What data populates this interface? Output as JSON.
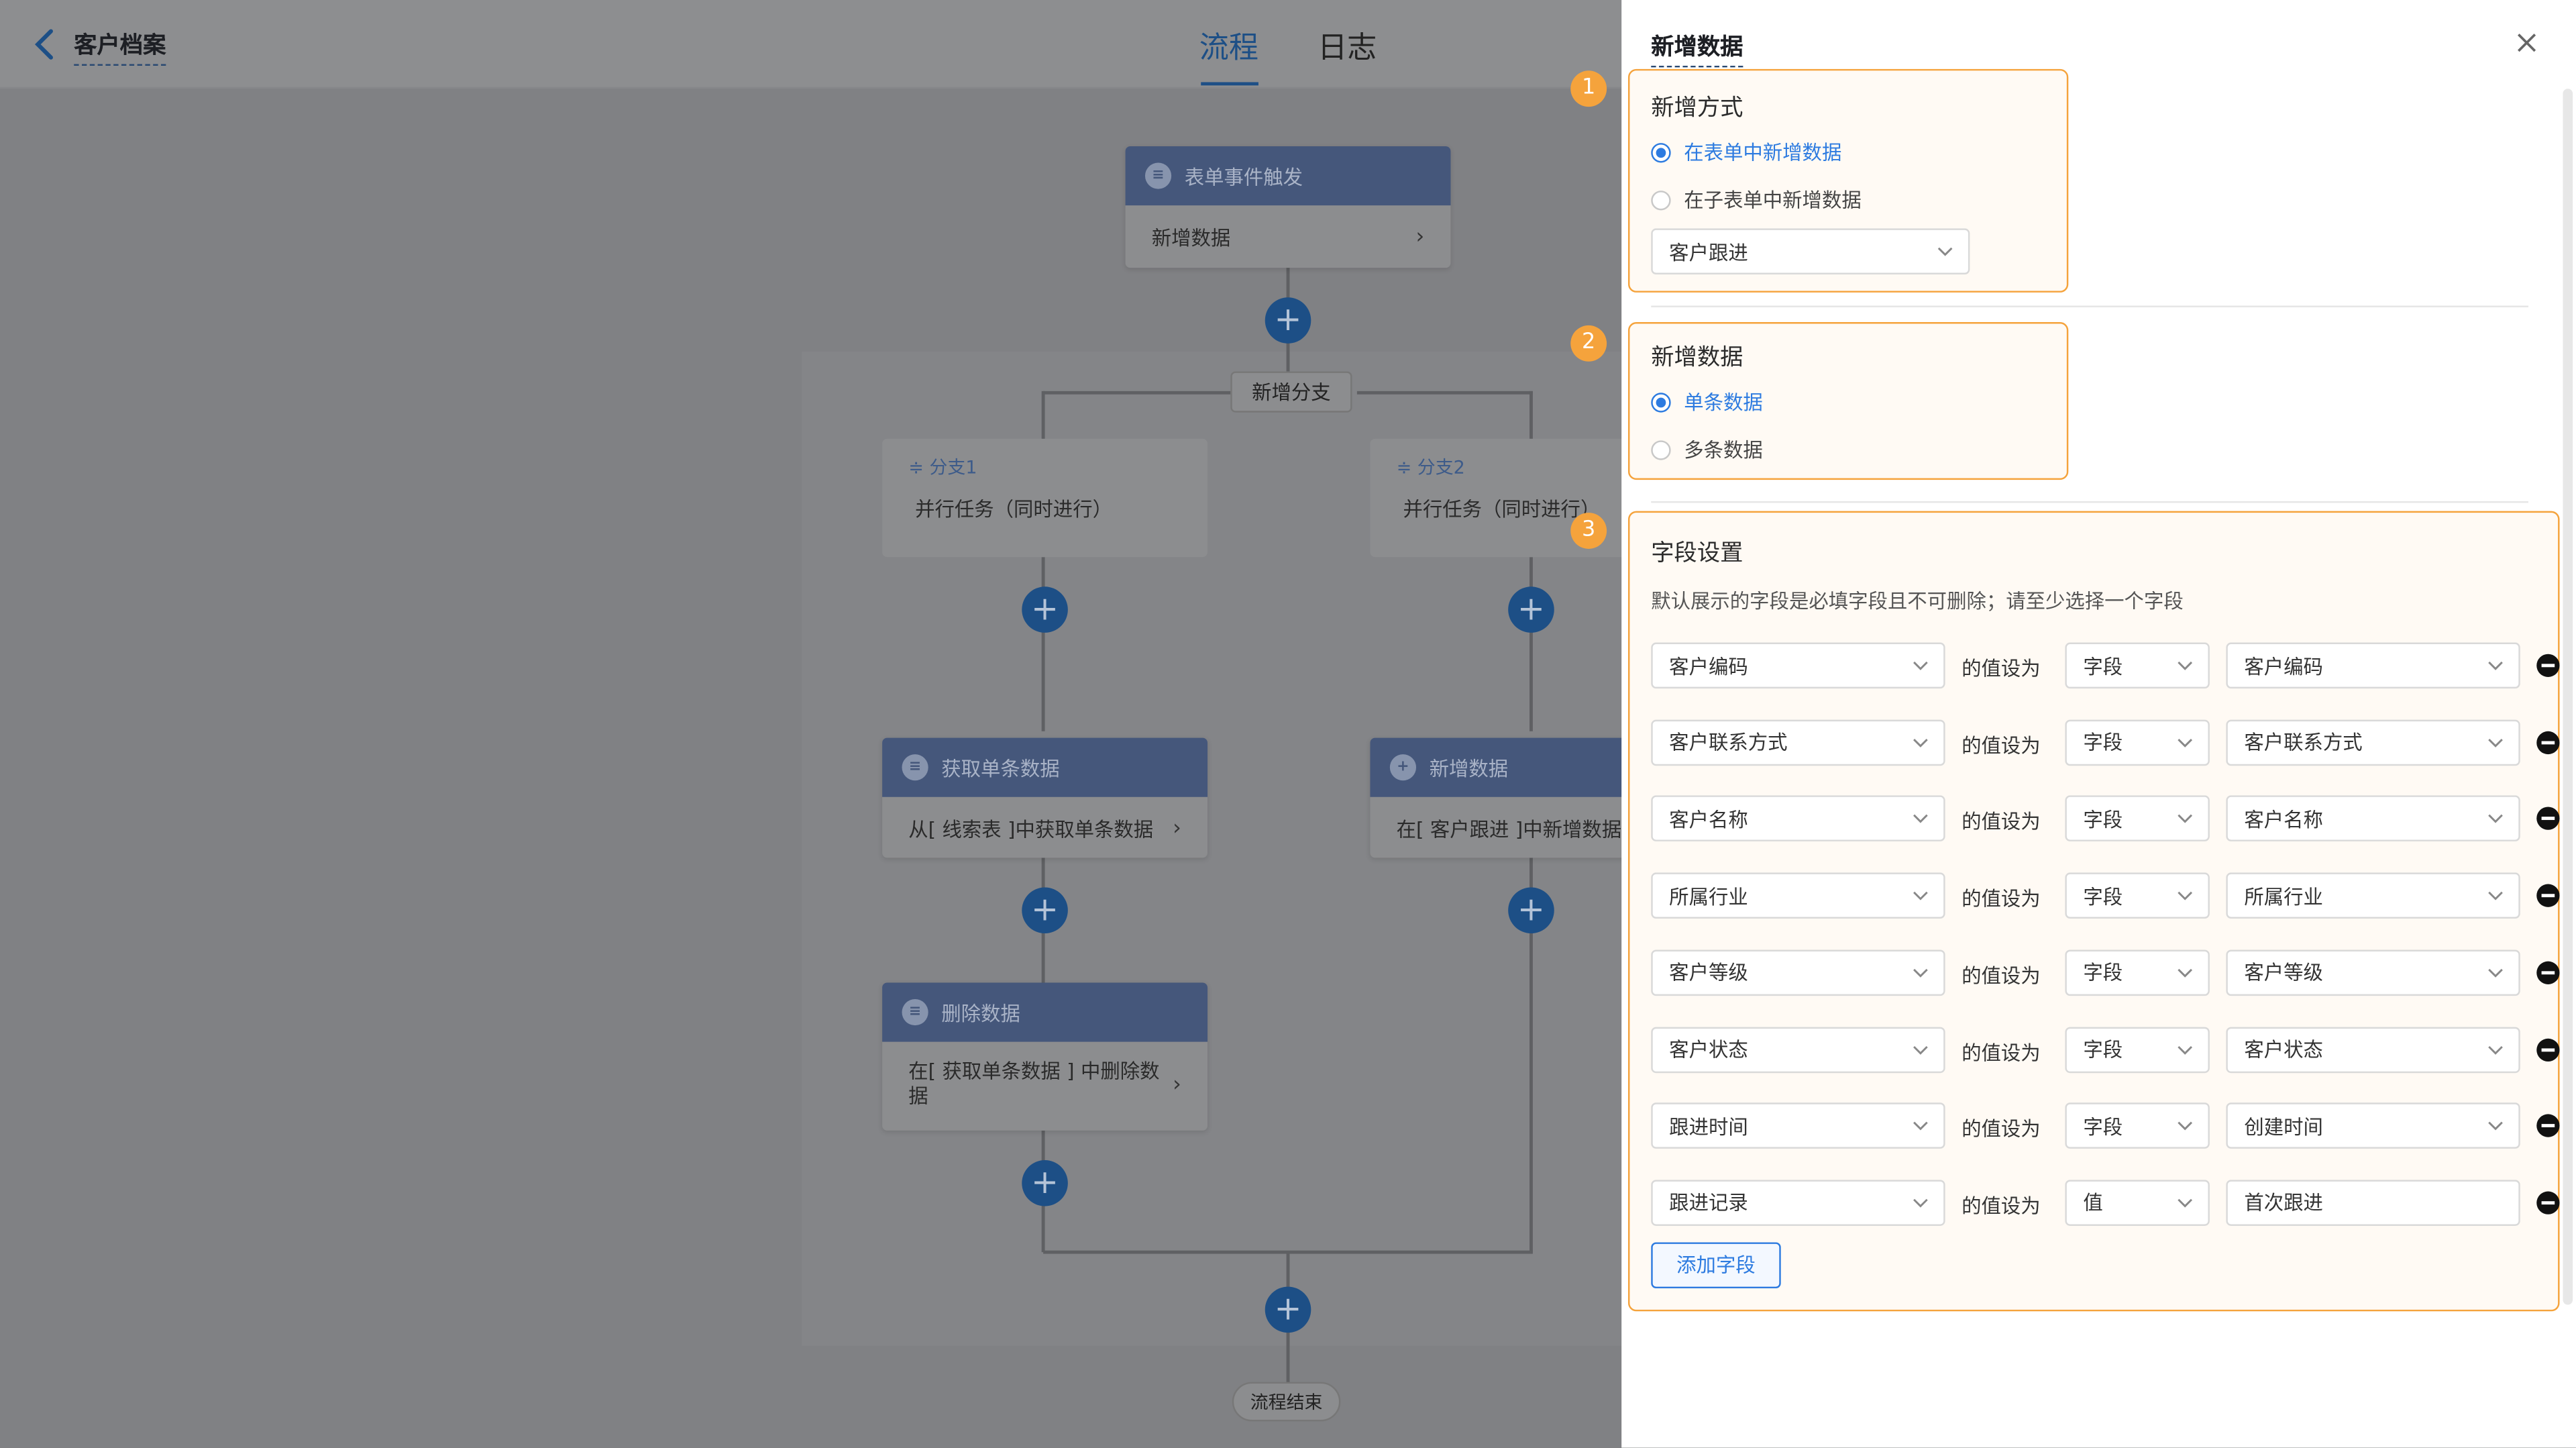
{
  "header": {
    "title": "客户档案",
    "tabs": [
      {
        "label": "流程",
        "active": true
      },
      {
        "label": "日志",
        "active": false
      }
    ]
  },
  "flow": {
    "trigger": {
      "title": "表单事件触发",
      "body": "新增数据"
    },
    "add_branch_label": "新增分支",
    "branches": [
      {
        "label": "分支1",
        "text": "并行任务（同时进行）"
      },
      {
        "label": "分支2",
        "text": "并行任务（同时进行）"
      }
    ],
    "nodes": {
      "get_single": {
        "title": "获取单条数据",
        "body": "从[ 线索表 ]中获取单条数据"
      },
      "delete": {
        "title": "删除数据",
        "body": "在[ 获取单条数据 ] 中删除数据"
      },
      "add_data": {
        "title": "新增数据",
        "body": "在[ 客户跟进 ]中新增数据"
      }
    },
    "end_label": "流程结束"
  },
  "drawer": {
    "title": "新增数据",
    "section1": {
      "badge": "1",
      "title": "新增方式",
      "options": [
        {
          "label": "在表单中新增数据",
          "selected": true
        },
        {
          "label": "在子表单中新增数据",
          "selected": false
        }
      ],
      "form_select": "客户跟进"
    },
    "section2": {
      "badge": "2",
      "title": "新增数据",
      "options": [
        {
          "label": "单条数据",
          "selected": true
        },
        {
          "label": "多条数据",
          "selected": false
        }
      ]
    },
    "section3": {
      "badge": "3",
      "title": "字段设置",
      "hint": "默认展示的字段是必填字段且不可删除；请至少选择一个字段",
      "set_label": "的值设为",
      "rows": [
        {
          "field": "客户编码",
          "type": "字段",
          "value": "客户编码"
        },
        {
          "field": "客户联系方式",
          "type": "字段",
          "value": "客户联系方式"
        },
        {
          "field": "客户名称",
          "type": "字段",
          "value": "客户名称"
        },
        {
          "field": "所属行业",
          "type": "字段",
          "value": "所属行业"
        },
        {
          "field": "客户等级",
          "type": "字段",
          "value": "客户等级"
        },
        {
          "field": "客户状态",
          "type": "字段",
          "value": "客户状态"
        },
        {
          "field": "跟进时间",
          "type": "字段",
          "value": "创建时间"
        },
        {
          "field": "跟进记录",
          "type": "值",
          "value": "首次跟进"
        }
      ],
      "add_button": "添加字段"
    }
  },
  "colors": {
    "accent": "#2d7be0",
    "highlight": "#f5a33c",
    "flow_node": "#1d4f86"
  }
}
